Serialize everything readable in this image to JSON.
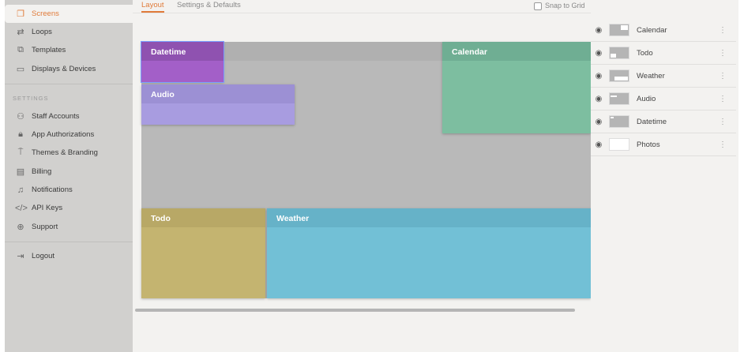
{
  "sidebar": {
    "items": [
      {
        "label": "Screens",
        "icon": "screens-icon",
        "active": true
      },
      {
        "label": "Loops",
        "icon": "loop-icon"
      },
      {
        "label": "Templates",
        "icon": "templates-icon"
      },
      {
        "label": "Displays & Devices",
        "icon": "display-icon"
      }
    ],
    "settings_header": "SETTINGS",
    "settings_items": [
      {
        "label": "Staff Accounts",
        "icon": "users-icon"
      },
      {
        "label": "App Authorizations",
        "icon": "lock-icon"
      },
      {
        "label": "Themes & Branding",
        "icon": "paint-roller-icon"
      },
      {
        "label": "Billing",
        "icon": "credit-card-icon"
      },
      {
        "label": "Notifications",
        "icon": "bell-icon"
      },
      {
        "label": "API Keys",
        "icon": "code-icon"
      },
      {
        "label": "Support",
        "icon": "lifebuoy-icon"
      }
    ],
    "logout": "Logout"
  },
  "main": {
    "tabs": [
      {
        "label": "Layout",
        "active": true
      },
      {
        "label": "Settings & Defaults"
      }
    ],
    "snap_to_grid": "Snap to Grid",
    "widgets": [
      {
        "name": "Datetime",
        "color": "#a35fc8"
      },
      {
        "name": "Audio",
        "color": "#a89ce0"
      },
      {
        "name": "Calendar",
        "color": "#7dbea0"
      },
      {
        "name": "Todo",
        "color": "#c4b470"
      },
      {
        "name": "Weather",
        "color": "#72c0d6"
      }
    ]
  },
  "layers": [
    "Calendar",
    "Todo",
    "Weather",
    "Audio",
    "Datetime",
    "Photos"
  ],
  "accent": "#e07b3a"
}
